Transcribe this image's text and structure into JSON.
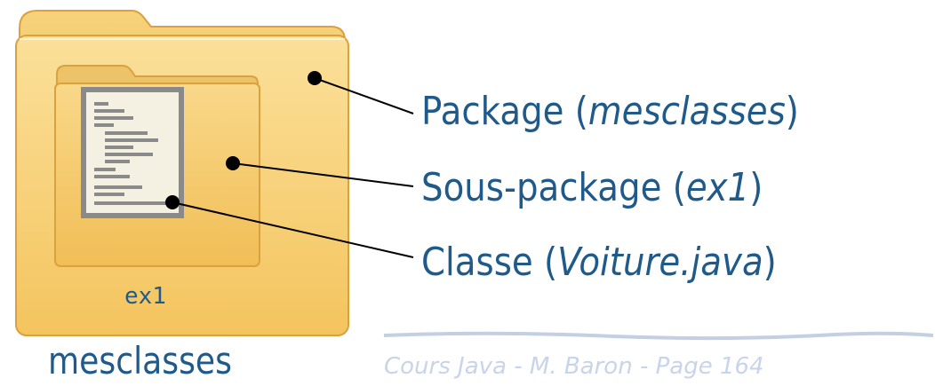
{
  "labels": {
    "package_text": "Package (",
    "package_name": "mesclasses",
    "package_close": ")",
    "subpackage_text": "Sous-package (",
    "subpackage_name": "ex1",
    "subpackage_close": ")",
    "class_text": "Classe (",
    "class_name": "Voiture.java",
    "class_close": ")"
  },
  "folder": {
    "caption": "mesclasses",
    "subfolder_caption": "ex1"
  },
  "footer": "Cours Java - M. Baron - Page 164",
  "icons": [
    "folder-icon",
    "subfolder-icon",
    "document-icon"
  ],
  "colors": {
    "text": "#1f5a8a",
    "folder": "#f4c45e",
    "footer": "#c8d4ea"
  }
}
